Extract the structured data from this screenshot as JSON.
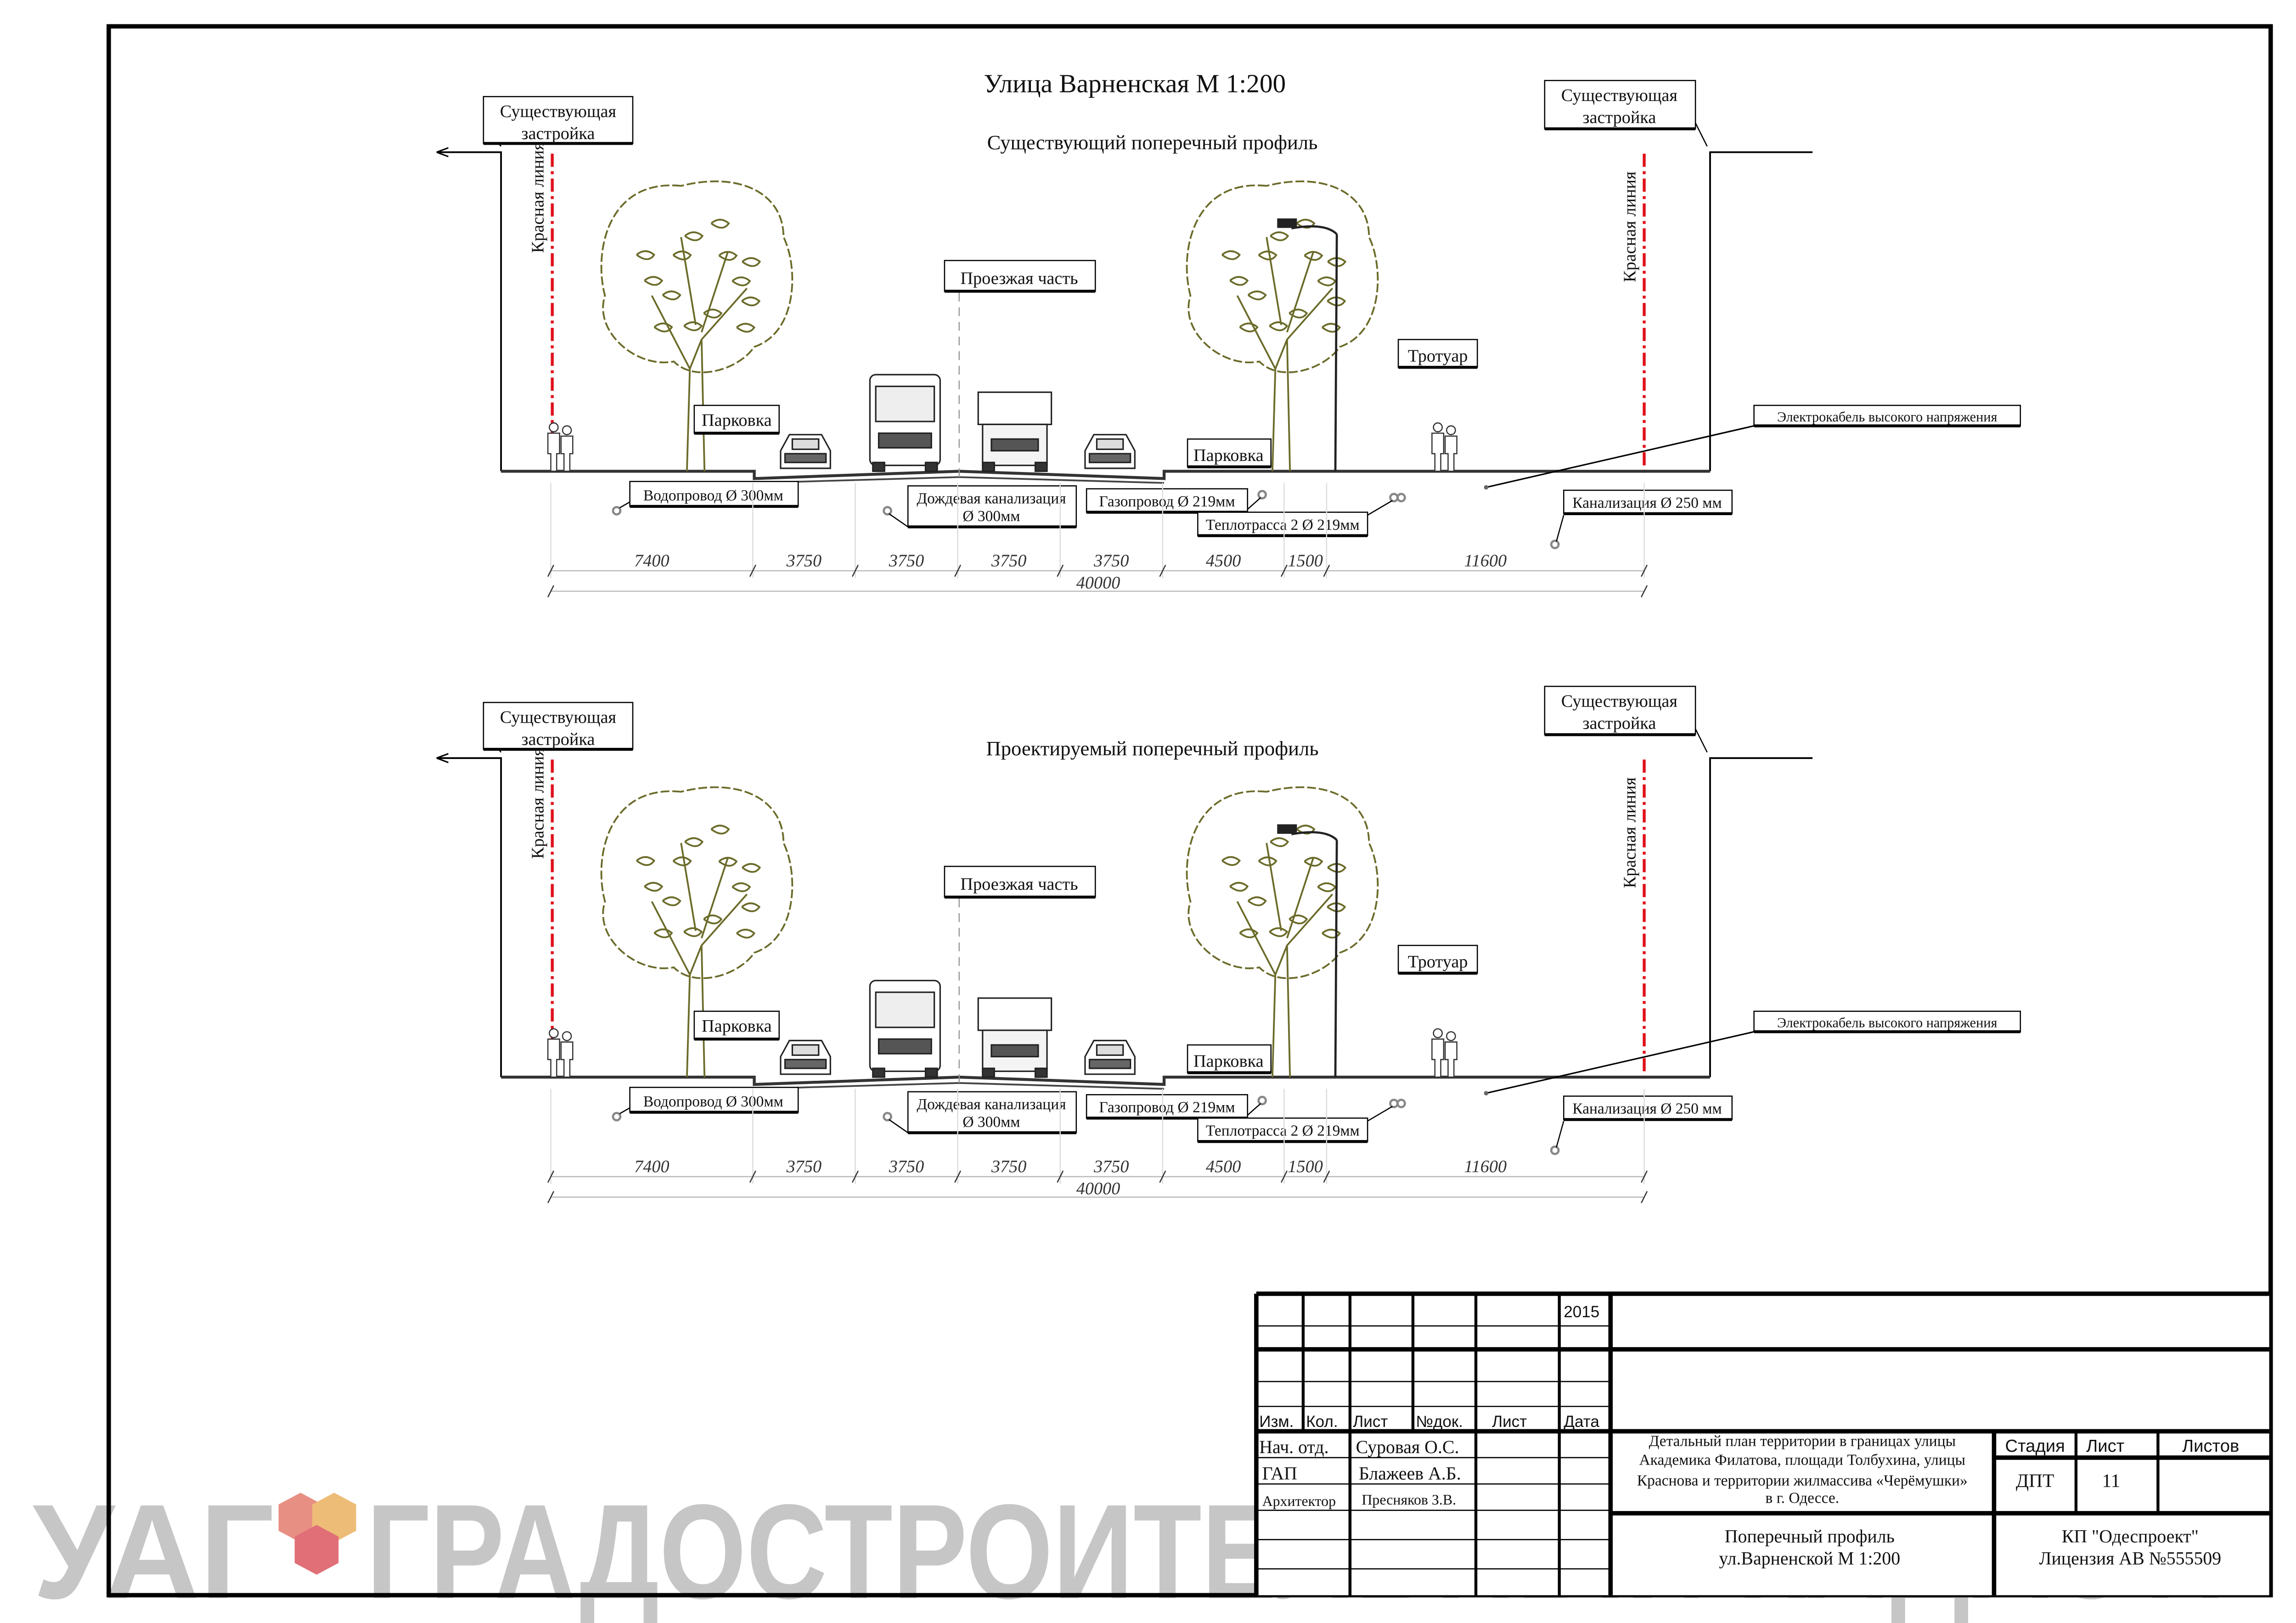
{
  "street_title": "Улица Варненская  М 1:200",
  "profiles": [
    {
      "subtitle": "Существующий поперечный профиль",
      "building_left": [
        "Существующая",
        "застройка"
      ],
      "building_right": [
        "Существующая",
        "застройка"
      ],
      "red_line": "Красная линия",
      "roadway": "Проезжая часть",
      "parking": "Парковка",
      "sidewalk": "Тротуар",
      "cable": "Электрокабель высокого напряжения",
      "water": "Водопровод Ø 300мм",
      "storm": [
        "Дождевая канализация",
        "Ø 300мм"
      ],
      "gas": "Газопровод Ø 219мм",
      "heat": "Теплотрасса 2 Ø 219мм",
      "sewer": "Канализация Ø 250 мм",
      "dims": [
        "7400",
        "3750",
        "3750",
        "3750",
        "3750",
        "4500",
        "1500",
        "11600"
      ],
      "total": "40000"
    },
    {
      "subtitle": "Проектируемый поперечный профиль",
      "building_left": [
        "Существующая",
        "застройка"
      ],
      "building_right": [
        "Существующая",
        "застройка"
      ],
      "red_line": "Красная линия",
      "roadway": "Проезжая часть",
      "parking": "Парковка",
      "sidewalk": "Тротуар",
      "cable": "Электрокабель высокого напряжения",
      "water": "Водопровод Ø 300мм",
      "storm": [
        "Дождевая канализация",
        "Ø 300мм"
      ],
      "gas": "Газопровод Ø 219мм",
      "heat": "Теплотрасса 2 Ø 219мм",
      "sewer": "Канализация Ø 250 мм",
      "dims": [
        "7400",
        "3750",
        "3750",
        "3750",
        "3750",
        "4500",
        "1500",
        "11600"
      ],
      "total": "40000"
    }
  ],
  "title_block": {
    "year": "2015",
    "headers": [
      "Изм.",
      "Кол.",
      "Лист",
      "№док.",
      "Лист",
      "Дата"
    ],
    "roles": [
      "Нач. отд.",
      "ГАП",
      "Архитектор"
    ],
    "names": [
      "Суровая О.С.",
      "Блажеев А.Б.",
      "Пресняков З.В."
    ],
    "project": [
      "Детальный план территории в границах  улицы",
      "Академика Филатова, площади Толбухина, улицы",
      "Краснова и территории жилмассива «Черёмушки»",
      "в г. Одессе."
    ],
    "stage_label": "Стадия",
    "sheet_label": "Лист",
    "sheets_label": "Листов",
    "stage": "ДПТ",
    "sheet": "11",
    "drawing": [
      "Поперечный профиль",
      "ул.Варненской     М 1:200"
    ],
    "org": [
      "КП \"Одеспроект\"",
      "Лицензия АВ №555509"
    ]
  },
  "watermark": {
    "left": "УАГ",
    "right": "ГРАДОСТРОИТЕЛЬНЫЙ КАДАСТР"
  },
  "colors": {
    "red_line": "#e0101a",
    "tree": "#6b6b2a",
    "watermark": "#b4b4b4"
  }
}
